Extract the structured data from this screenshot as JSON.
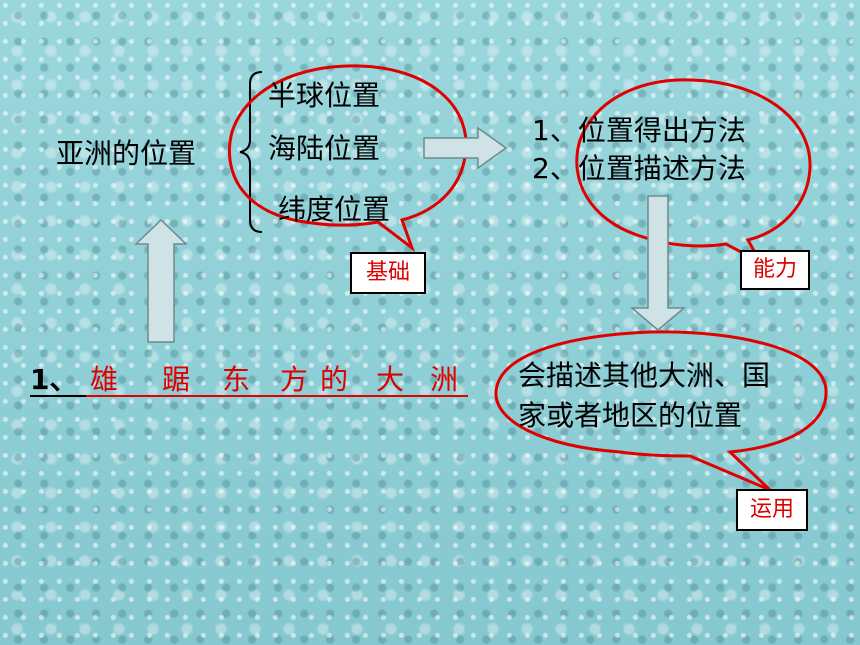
{
  "asia_position": "亚洲的位置",
  "branches": {
    "hemisphere": "半球位置",
    "sea_land": "海陆位置",
    "latitude": "纬度位置"
  },
  "methods": {
    "item1": "1、位置得出方法",
    "item2": "2、位置描述方法"
  },
  "apply_text": {
    "line1": "会描述其他大洲、国",
    "line2": "家或者地区的位置"
  },
  "tags": {
    "basic": "基础",
    "ability": "能力",
    "apply": "运用"
  },
  "bottom_line": {
    "prefix": "1、",
    "words": [
      "雄",
      "踞",
      "东",
      "方",
      "的",
      "大",
      "洲"
    ]
  },
  "colors": {
    "callout_stroke": "#e00000",
    "highlight_text": "#e00000",
    "arrow_fill": "#cfe3e6"
  }
}
